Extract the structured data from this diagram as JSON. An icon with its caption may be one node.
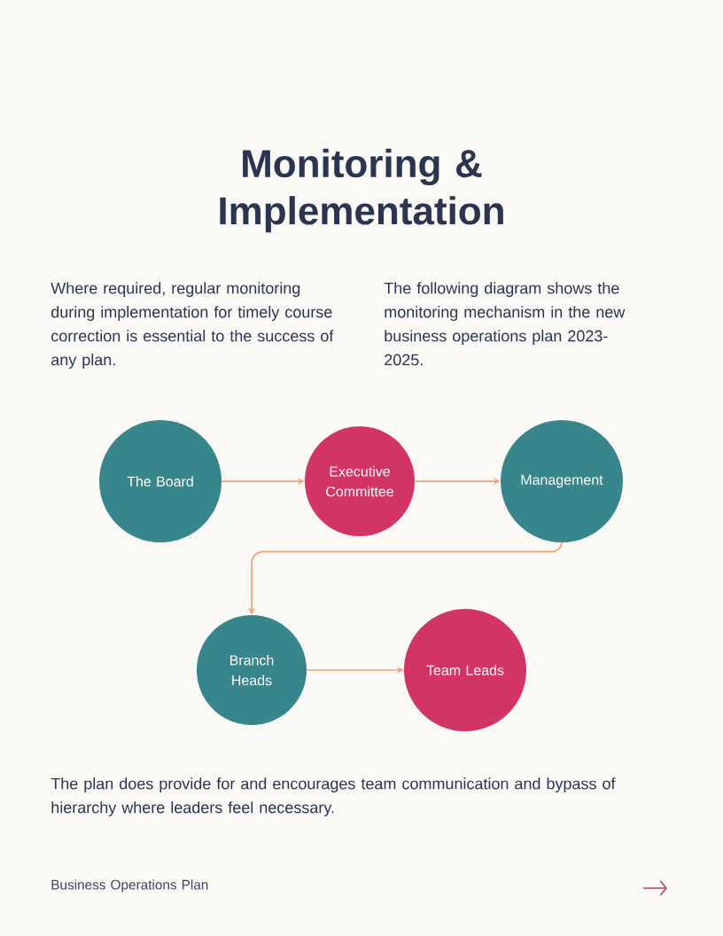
{
  "diagram": {
    "title": "Monitoring & Implementation",
    "nodes": [
      {
        "text": [
          "The Board"
        ]
      },
      {
        "text": [
          "Executive Committee"
        ]
      },
      {
        "text": [
          "Management"
        ]
      },
      {
        "text": [
          "Branch Heads"
        ]
      },
      {
        "text": [
          "Team Leads"
        ]
      }
    ],
    "edges": [
      {
        "from": 0,
        "to": 1,
        "arrow": "to"
      },
      {
        "from": 1,
        "to": 2,
        "arrow": "to"
      },
      {
        "from": 2,
        "to": 3,
        "arrow": "to"
      },
      {
        "from": 3,
        "to": 4,
        "arrow": "to"
      }
    ],
    "labels": [
      "Where required, regular monitoring during implementation for timely course correction is essential to the success of any plan.",
      "The following diagram shows the monitoring mechanism in the new business operations plan 2023-2025.",
      "The plan does provide for and encourages team communication and bypass of hierarchy where leaders feel necessary.",
      "Business Operations Plan"
    ]
  }
}
